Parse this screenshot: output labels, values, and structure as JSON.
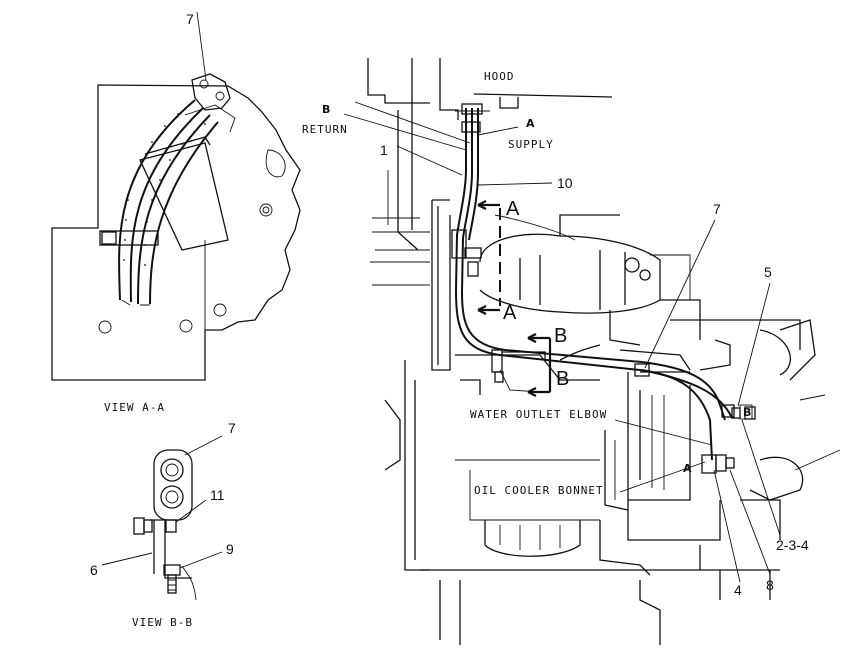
{
  "views": {
    "view_aa": "VIEW A-A",
    "view_bb": "VIEW B-B"
  },
  "labels": {
    "hood": "HOOD",
    "return_letter": "B",
    "return": "RETURN",
    "supply_letter": "A",
    "supply": "SUPPLY",
    "water_outlet_elbow": "WATER OUTLET ELBOW",
    "oil_cooler_bonnet": "OIL COOLER BONNET",
    "marker_a_small": "A",
    "marker_b_small": "B"
  },
  "section_markers": {
    "a_top": "A",
    "a_bottom": "A",
    "b_top": "B",
    "b_bottom": "B"
  },
  "callouts": {
    "c7_aa": "7",
    "c7_bb": "7",
    "c11": "11",
    "c9": "9",
    "c6": "6",
    "c1": "1",
    "c10": "10",
    "c7_main": "7",
    "c5": "5",
    "c234": "2-3-4",
    "c4": "4",
    "c8": "8"
  }
}
